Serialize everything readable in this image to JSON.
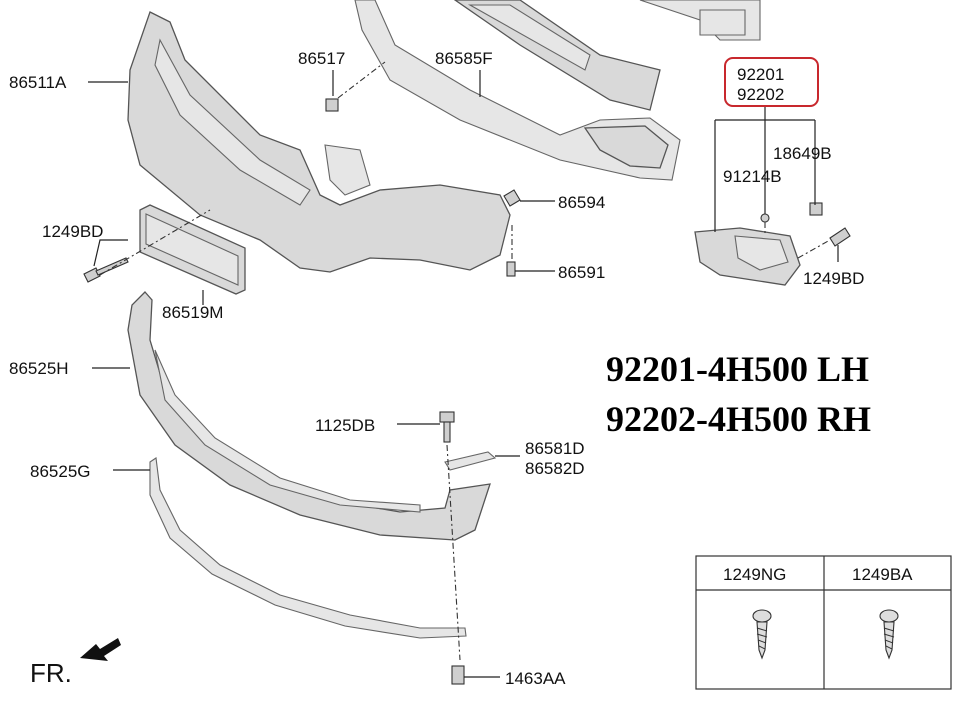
{
  "labels": {
    "l_86511A": "86511A",
    "l_86517": "86517",
    "l_86585F": "86585F",
    "l_92201": "92201",
    "l_92202": "92202",
    "l_18649B": "18649B",
    "l_91214B": "91214B",
    "l_1249BD_left": "1249BD",
    "l_86594": "86594",
    "l_86591": "86591",
    "l_1249BD_right": "1249BD",
    "l_86519M": "86519M",
    "l_86525H": "86525H",
    "l_1125DB": "1125DB",
    "l_86581D": "86581D",
    "l_86582D": "86582D",
    "l_86525G": "86525G",
    "l_1463AA": "1463AA"
  },
  "part_numbers": {
    "lh": "92201-4H500 LH",
    "rh": "92202-4H500 RH"
  },
  "orientation": "FR.",
  "screw_table": {
    "col1": "1249NG",
    "col2": "1249BA"
  },
  "colors": {
    "highlight_box": "#c8282d",
    "part_fill": "#d9d9d9"
  }
}
